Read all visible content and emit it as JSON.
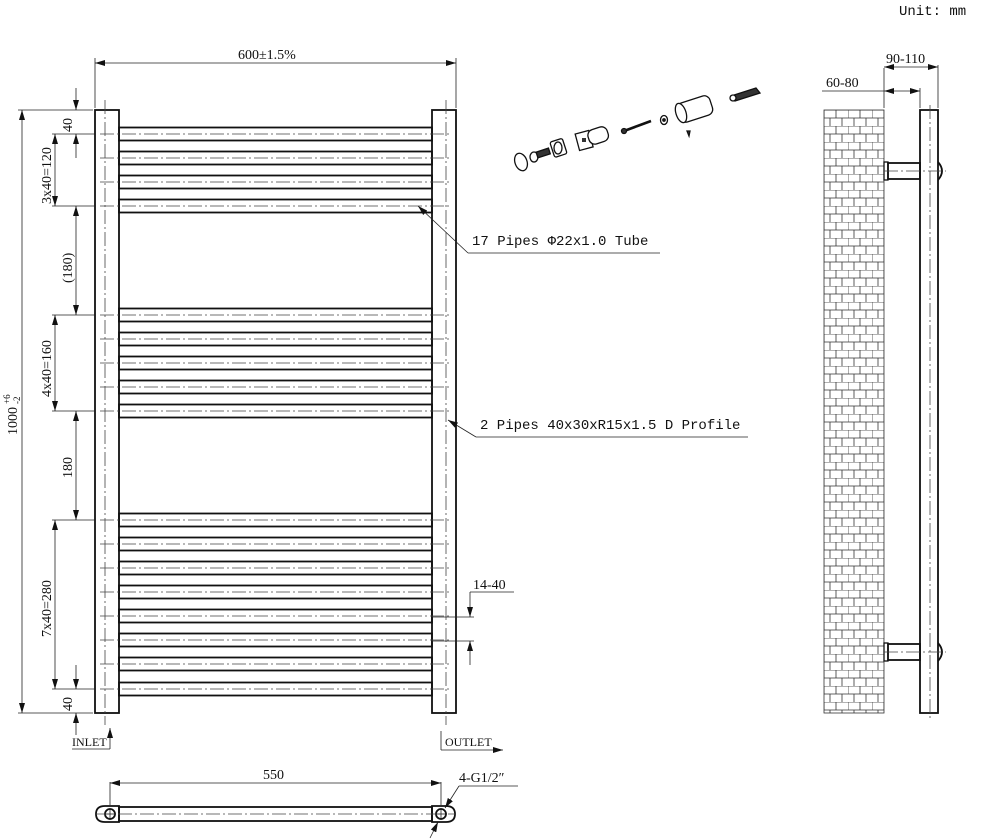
{
  "unit_label": "Unit: mm",
  "front_view": {
    "width_dim": "600±1.5%",
    "height_dim": "1000",
    "height_tol_upper": "+6",
    "height_tol_lower": "-2",
    "left_dims": [
      "40",
      "3x40=120",
      "(180)",
      "4x40=160",
      "180",
      "7x40=280",
      "40"
    ],
    "inlet_label": "INLET",
    "outlet_label": "OUTLET",
    "valve_offset_dim": "14-40",
    "callouts": {
      "tubes": "17 Pipes Φ22x1.0 Tube",
      "rails": "2 Pipes 40x30xR15x1.5 D Profile"
    },
    "pipe_groups": [
      {
        "count": 4,
        "centers_y": [
          134,
          158,
          182,
          206
        ]
      },
      {
        "count": 5,
        "centers_y": [
          315,
          339,
          363,
          387,
          411
        ]
      },
      {
        "count": 8,
        "centers_y": [
          520,
          544,
          568,
          592,
          616,
          640,
          664,
          689
        ]
      }
    ]
  },
  "side_view": {
    "wall_offset_dim": "60-80",
    "projection_dim": "90-110"
  },
  "bottom_view": {
    "center_dim": "550",
    "connection_label": "4-G1/2″"
  },
  "exploded_bracket": {
    "parts": [
      "cap",
      "bolt",
      "hex-nut",
      "bracket-body",
      "screw",
      "washer",
      "sleeve",
      "grub-screw",
      "wall-plug"
    ]
  }
}
